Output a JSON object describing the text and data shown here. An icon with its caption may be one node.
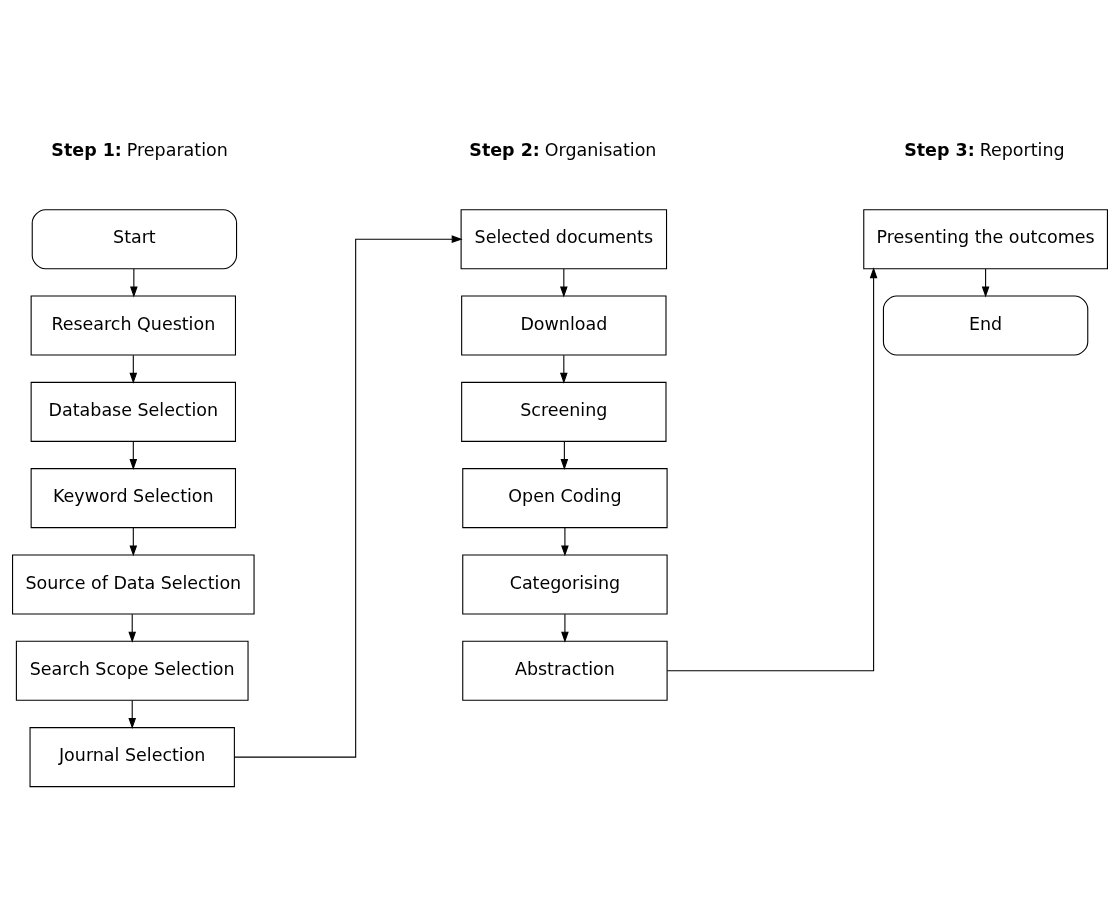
{
  "diagram": {
    "nodes": [
      {
        "text": [
          "Start"
        ]
      },
      {
        "text": [
          "Research Question"
        ]
      },
      {
        "text": [
          "Database Selection"
        ]
      },
      {
        "text": [
          "Keyword Selection"
        ]
      },
      {
        "text": [
          "Source of Data Selection"
        ]
      },
      {
        "text": [
          "Search Scope Selection"
        ]
      },
      {
        "text": [
          "Journal Selection"
        ]
      },
      {
        "text": [
          "Selected documents"
        ]
      },
      {
        "text": [
          "Download"
        ]
      },
      {
        "text": [
          "Screening"
        ]
      },
      {
        "text": [
          "Open Coding"
        ]
      },
      {
        "text": [
          "Categorising"
        ]
      },
      {
        "text": [
          "Abstraction"
        ]
      },
      {
        "text": [
          "Presenting the outcomes"
        ]
      },
      {
        "text": [
          "End"
        ]
      }
    ],
    "edges": [
      {
        "from": 0,
        "to": 1,
        "arrow": "to"
      },
      {
        "from": 1,
        "to": 2,
        "arrow": "to"
      },
      {
        "from": 2,
        "to": 3,
        "arrow": "to"
      },
      {
        "from": 3,
        "to": 4,
        "arrow": "to"
      },
      {
        "from": 4,
        "to": 5,
        "arrow": "to"
      },
      {
        "from": 5,
        "to": 6,
        "arrow": "to"
      },
      {
        "from": 6,
        "to": 7,
        "arrow": "to"
      },
      {
        "from": 7,
        "to": 8,
        "arrow": "to"
      },
      {
        "from": 8,
        "to": 9,
        "arrow": "to"
      },
      {
        "from": 9,
        "to": 10,
        "arrow": "to"
      },
      {
        "from": 10,
        "to": 11,
        "arrow": "to"
      },
      {
        "from": 11,
        "to": 12,
        "arrow": "to"
      },
      {
        "from": 12,
        "to": 13,
        "arrow": "to"
      },
      {
        "from": 13,
        "to": 14,
        "arrow": "to"
      }
    ],
    "labels": [
      "**Step 1:** Preparation",
      "**Step 2:** Organisation",
      "**Step 3:** Reporting"
    ]
  }
}
